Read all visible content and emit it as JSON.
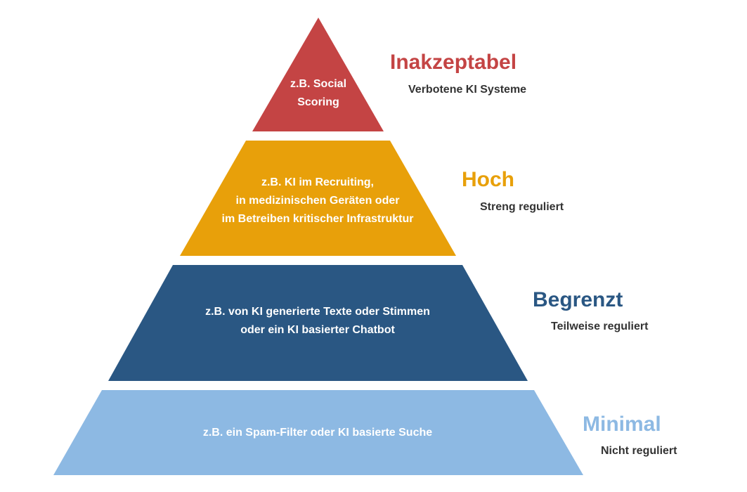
{
  "colors": {
    "unacceptable": "#c44444",
    "high": "#e8a00a",
    "limited": "#2a5783",
    "minimal": "#8db9e3",
    "subtitle": "#333333"
  },
  "tiers": [
    {
      "level": "Inakzeptabel",
      "description": "Verbotene KI Systeme",
      "example_lines": [
        "z.B. Social",
        "Scoring"
      ]
    },
    {
      "level": "Hoch",
      "description": "Streng reguliert",
      "example_lines": [
        "z.B. KI im Recruiting,",
        "in medizinischen Geräten oder",
        "im Betreiben kritischer Infrastruktur"
      ]
    },
    {
      "level": "Begrenzt",
      "description": "Teilweise reguliert",
      "example_lines": [
        "z.B. von KI generierte Texte oder Stimmen",
        "oder ein KI basierter Chatbot"
      ]
    },
    {
      "level": "Minimal",
      "description": "Nicht reguliert",
      "example_lines": [
        "z.B. ein Spam-Filter oder KI basierte Suche"
      ]
    }
  ]
}
